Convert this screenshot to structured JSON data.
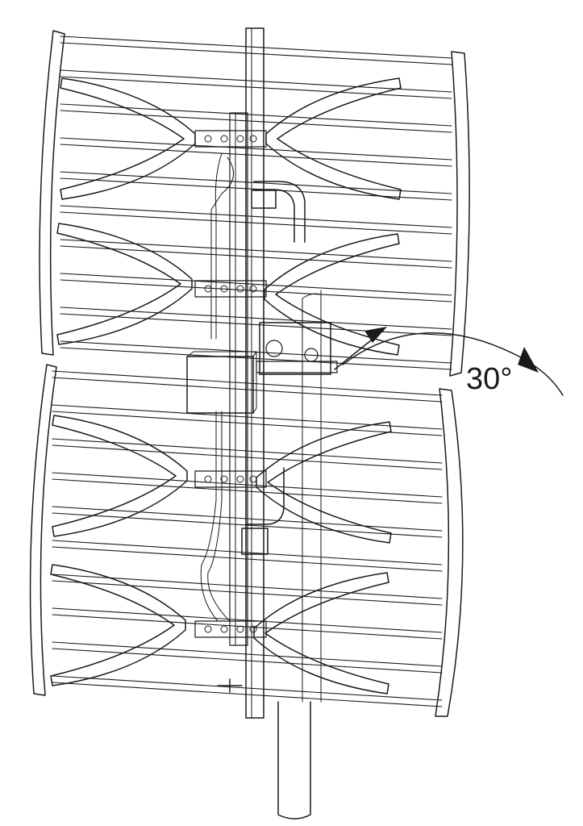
{
  "diagram": {
    "angle_label": "30°",
    "colors": {
      "stroke": "#1a1a1a",
      "fill": "#ffffff",
      "shade": "#e8e8e8"
    },
    "reflector_panels": 2,
    "dipole_elements": 4
  }
}
